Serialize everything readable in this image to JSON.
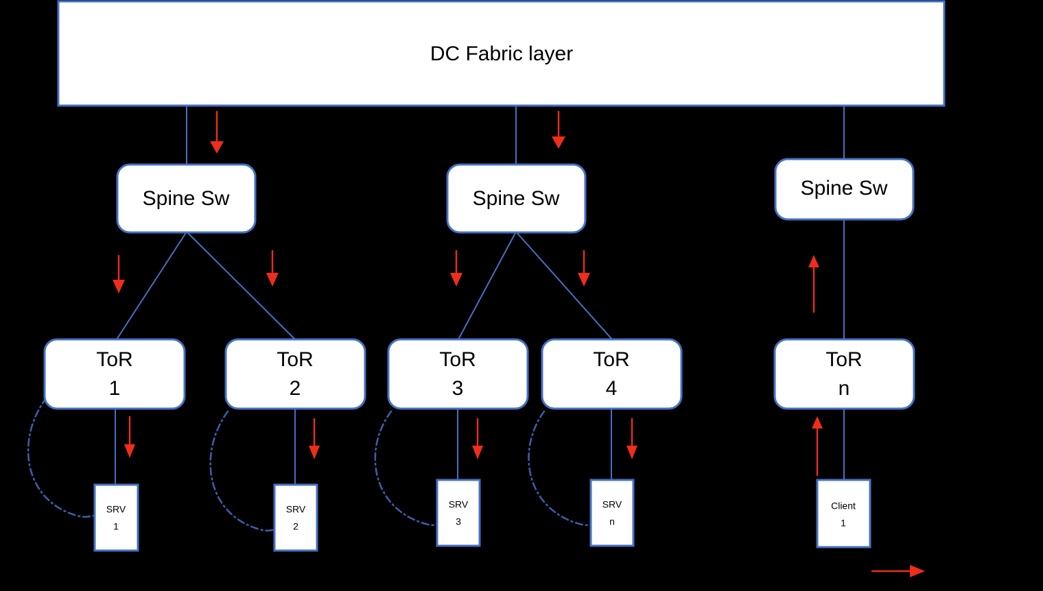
{
  "diagram": {
    "title": "DC Fabric layer",
    "background_color": "#000000",
    "node_fill": "#ffffff",
    "node_border_color": "#4472c4",
    "link_color": "#4472c4",
    "dashdot_link_color": "#3b5ea8",
    "flow_arrow_color": "#ef2d1a",
    "fabric": {
      "label": "DC Fabric layer"
    },
    "spines": [
      {
        "label": "Spine Sw"
      },
      {
        "label": "Spine Sw"
      },
      {
        "label": "Spine Sw"
      }
    ],
    "tors": [
      {
        "line1": "ToR",
        "line2": "1"
      },
      {
        "line1": "ToR",
        "line2": "2"
      },
      {
        "line1": "ToR",
        "line2": "3"
      },
      {
        "line1": "ToR",
        "line2": "4"
      },
      {
        "line1": "ToR",
        "line2": "n"
      }
    ],
    "endpoints": [
      {
        "line1": "SRV",
        "line2": "1"
      },
      {
        "line1": "SRV",
        "line2": "2"
      },
      {
        "line1": "SRV",
        "line2": "3"
      },
      {
        "line1": "SRV",
        "line2": "n"
      },
      {
        "line1": "Client",
        "line2": "1"
      }
    ]
  }
}
